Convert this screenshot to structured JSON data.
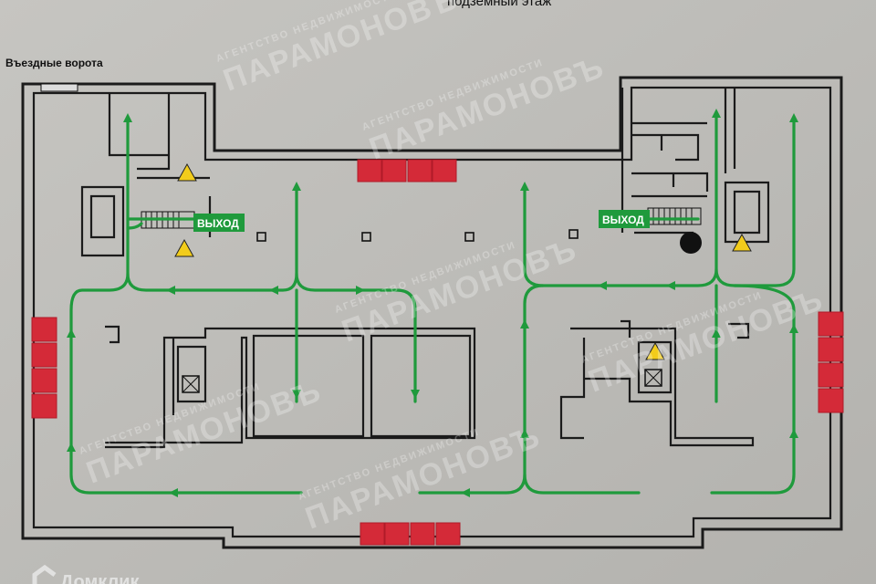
{
  "plan": {
    "title": "подземный этаж",
    "gate_label": "Въездные ворота",
    "exits": [
      {
        "label": "ВЫХОД"
      },
      {
        "label": "ВЫХОД"
      }
    ]
  },
  "watermark": {
    "brand": "ПАРАМОНОВЪ",
    "tagline": "АГЕНТСТВО НЕДВИЖИМОСТИ"
  },
  "source_logo": "Домклик",
  "colors": {
    "route": "#1f9a3c",
    "extinguisher": "#d42a38",
    "warning": "#f2cc1b"
  }
}
